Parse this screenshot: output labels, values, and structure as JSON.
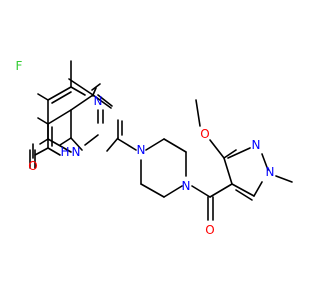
{
  "molecule": {
    "colors": {
      "bond": "#000000",
      "carbon": "#000000",
      "nitrogen": "#0000ff",
      "oxygen": "#ff0000",
      "fluorine": "#33cc33"
    },
    "atom_labels": {
      "F": "F",
      "O_carbonyl_pyrimidinone": "O",
      "N_H": "H",
      "N_ring_pyrimidine_1": "N",
      "N_ring_pyrimidine_2": "N",
      "N_piperazine_1": "N",
      "N_piperazine_2": "N",
      "O_methoxy": "O",
      "N_pyrazole_1": "N",
      "N_pyrazole_2": "N",
      "O_amide": "O"
    }
  }
}
